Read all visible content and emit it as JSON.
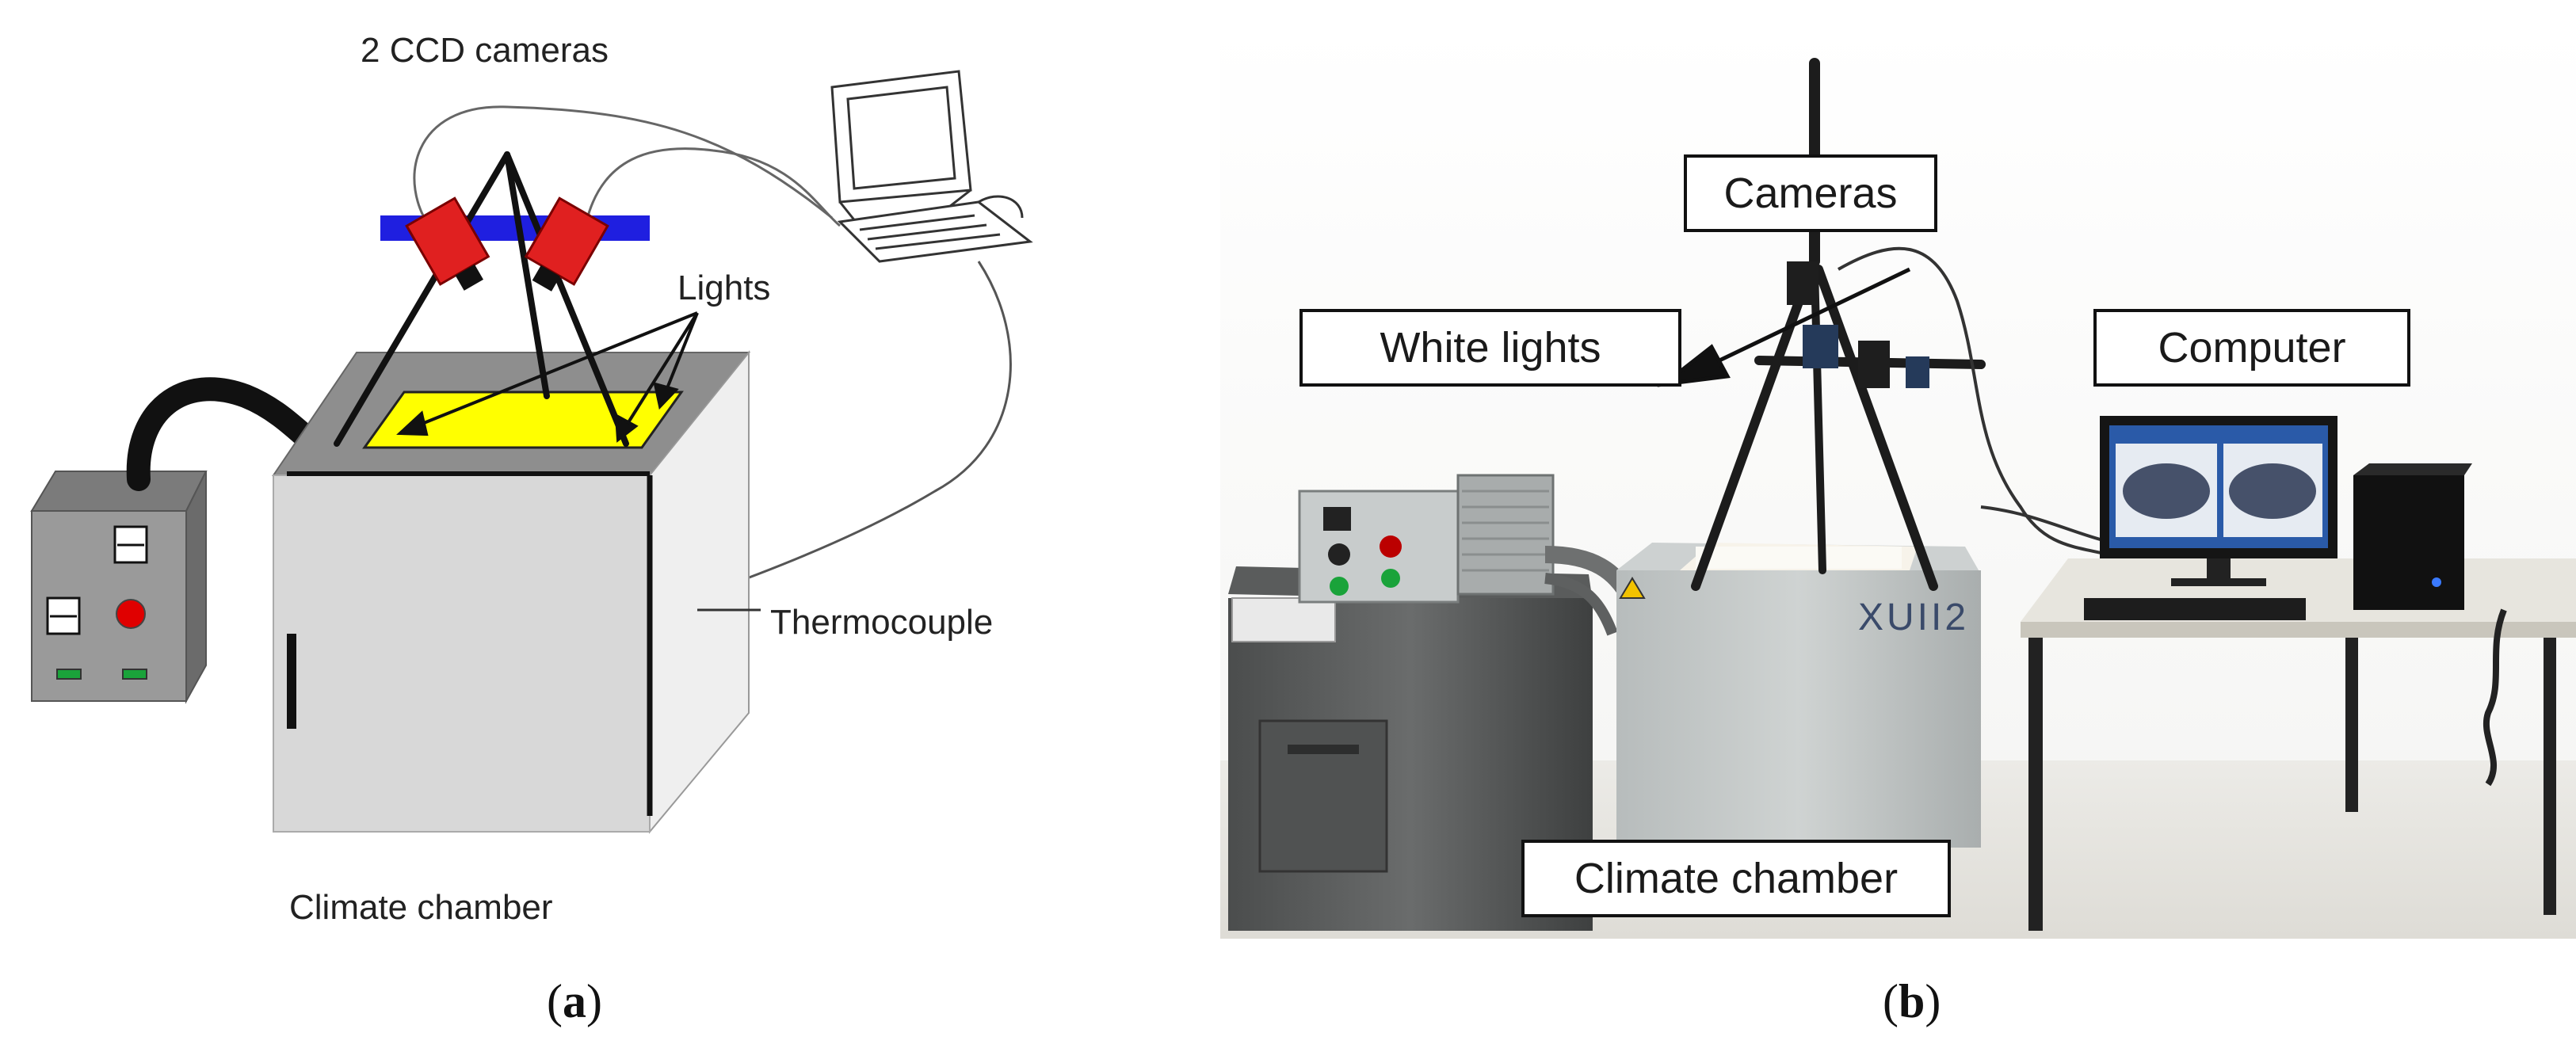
{
  "panel_a": {
    "labels": {
      "cameras": "2 CCD  cameras",
      "lights": "Lights",
      "thermocouple": "Thermocouple",
      "climate_chamber": "Climate chamber"
    },
    "caption": {
      "open": "(",
      "letter": "a",
      "close": ")"
    },
    "colors": {
      "camera": "#e02020",
      "rail": "#1f1fe0",
      "light_panel": "#ffff00",
      "chamber_front": "#d8d8d8",
      "chamber_side": "#efefef",
      "chamber_top": "#8e8e8e",
      "controller": "#9a9a9a",
      "indicator": "#e00000",
      "button": "#1aa33a"
    }
  },
  "panel_b": {
    "labels": {
      "cameras": "Cameras",
      "white_lights": "White lights",
      "computer": "Computer",
      "climate_chamber": "Climate chamber"
    },
    "chamber_brand": "XUII2",
    "caption": {
      "open": "(",
      "letter": "b",
      "close": ")"
    }
  }
}
